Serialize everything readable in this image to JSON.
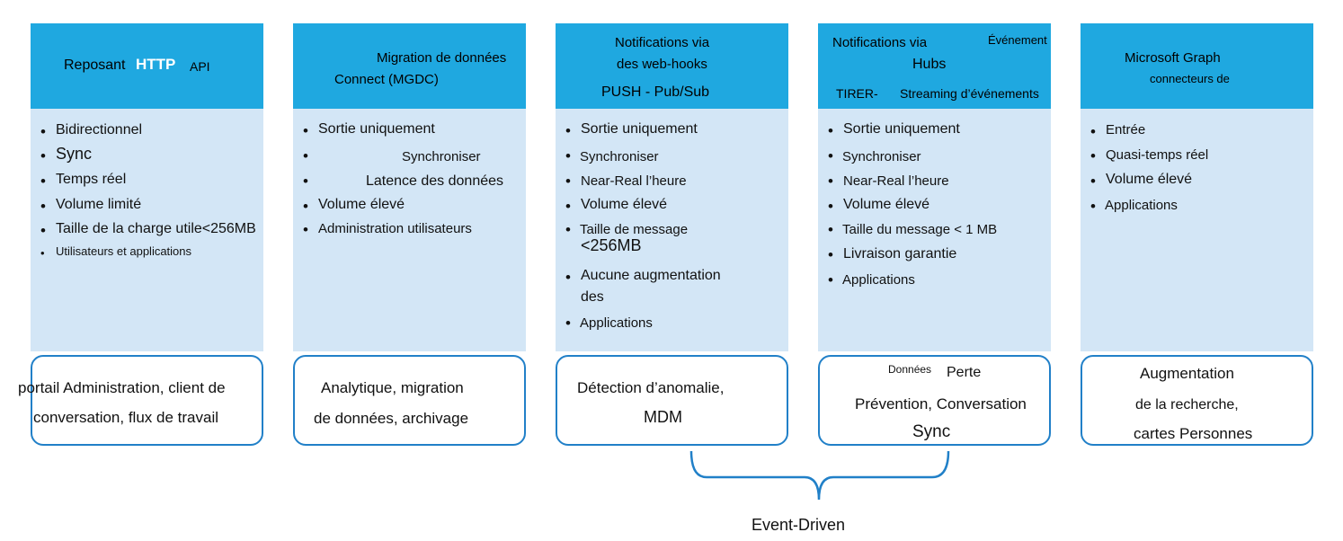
{
  "columns": [
    {
      "header": {
        "part1": "Reposant",
        "part2": "HTTP",
        "part3": "API"
      },
      "items": [
        "Bidirectionnel",
        "Sync",
        "Temps réel",
        "Volume limité",
        "Taille de la charge utile<256MB",
        "Utilisateurs et applications"
      ],
      "card": [
        "portail Administration, client de",
        "conversation, flux de travail"
      ]
    },
    {
      "header": {
        "line1": "Migration de données",
        "line2": "Connect (MGDC)"
      },
      "items": [
        "Sortie uniquement",
        "Synchroniser",
        "Latence des données",
        "Volume élevé",
        "Administration utilisateurs"
      ],
      "card": [
        "Analytique, migration",
        "de données, archivage"
      ]
    },
    {
      "header": {
        "line1": "Notifications via",
        "line2": "des web-hooks",
        "line3": "PUSH - Pub/Sub"
      },
      "items": [
        "Sortie uniquement",
        "Synchroniser",
        "Near-Real l’heure",
        "Volume élevé",
        "Taille de message",
        "<256MB",
        "Aucune augmentation",
        "des",
        "Applications"
      ],
      "card": [
        "Détection d’anomalie,",
        "MDM"
      ]
    },
    {
      "header": {
        "line1": "Notifications via",
        "line1b": "Événement",
        "line2": "Hubs",
        "line3a": "TIRER-",
        "line3b": "Streaming d’événements"
      },
      "items": [
        "Sortie uniquement",
        "Synchroniser",
        "Near-Real l’heure",
        "Volume élevé",
        "Taille du message < 1 MB",
        "Livraison garantie",
        "Applications"
      ],
      "card": [
        "Données",
        "Perte",
        "Prévention, Conversation",
        "Sync"
      ]
    },
    {
      "header": {
        "line1": "Microsoft Graph",
        "line2": "connecteurs de"
      },
      "items": [
        "Entrée",
        "Quasi-temps réel",
        "Volume élevé",
        "Applications"
      ],
      "card": [
        "Augmentation",
        "de la recherche,",
        "cartes Personnes"
      ]
    }
  ],
  "footer_label": "Event-Driven",
  "colors": {
    "header": "#1fa8e0",
    "body": "#d3e6f6",
    "card_border": "#2180c8"
  }
}
